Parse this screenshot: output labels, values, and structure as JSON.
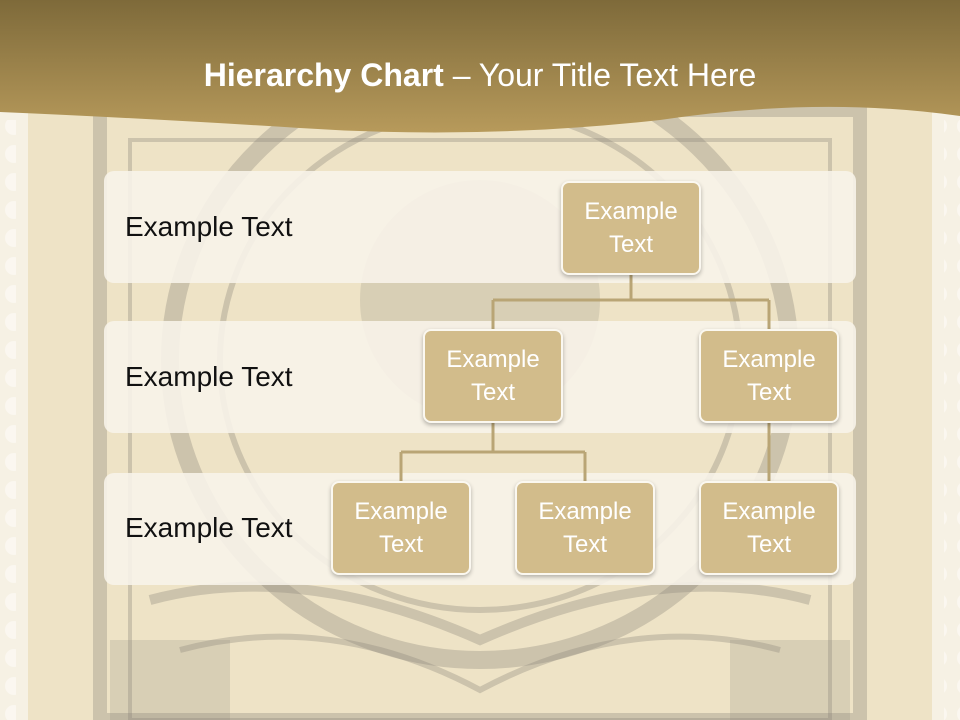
{
  "colors": {
    "header_gold": "#a98c50",
    "node_fill": "#d2bc8b",
    "connector": "#b9a575",
    "band": "#f8f4ea"
  },
  "slide": {
    "title_bold": "Hierarchy Chart",
    "title_dash": " – ",
    "title_rest": "Your Title Text Here"
  },
  "levels": [
    {
      "label": "Example Text"
    },
    {
      "label": "Example Text"
    },
    {
      "label": "Example Text"
    }
  ],
  "nodes": [
    {
      "id": "root",
      "line1": "Example",
      "line2": "Text"
    },
    {
      "id": "l2-left",
      "line1": "Example",
      "line2": "Text"
    },
    {
      "id": "l2-right",
      "line1": "Example",
      "line2": "Text"
    },
    {
      "id": "l3-left",
      "line1": "Example",
      "line2": "Text"
    },
    {
      "id": "l3-middle",
      "line1": "Example",
      "line2": "Text"
    },
    {
      "id": "l3-right",
      "line1": "Example",
      "line2": "Text"
    }
  ],
  "edges": [
    [
      "root",
      "l2-left"
    ],
    [
      "root",
      "l2-right"
    ],
    [
      "l2-left",
      "l3-left"
    ],
    [
      "l2-left",
      "l3-middle"
    ],
    [
      "l2-right",
      "l3-right"
    ]
  ]
}
